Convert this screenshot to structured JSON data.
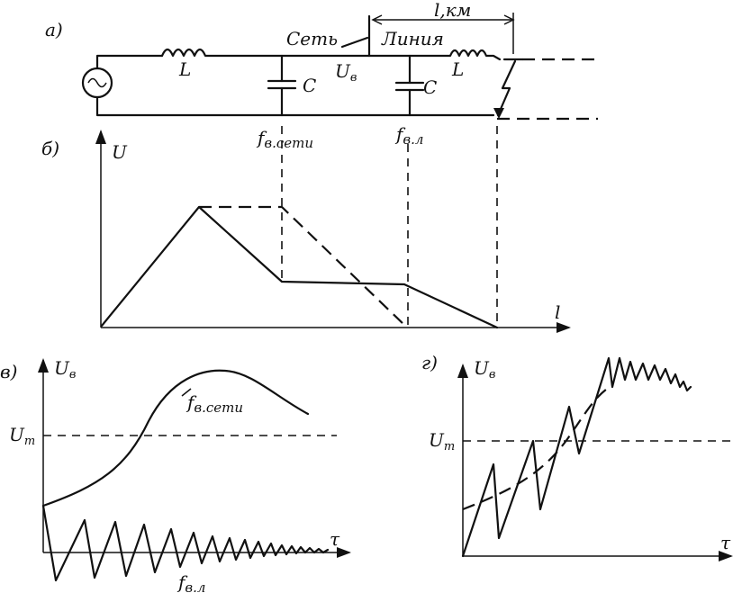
{
  "panels": {
    "a": "а)",
    "b": "б)",
    "v": "в)",
    "g": "г)"
  },
  "circuit": {
    "network": "Сеть",
    "line": "Линия",
    "length": "l,км",
    "inductor_left": "L",
    "inductor_right": "L",
    "capacitor_left": "C",
    "capacitor_right": "C",
    "voltage": "U",
    "voltage_sub": "в"
  },
  "graph_b": {
    "y_axis": "U",
    "x_axis": "l",
    "f_net_main": "f",
    "f_net_sub": "в.сети",
    "f_line_main": "f",
    "f_line_sub": "в.л"
  },
  "graph_v": {
    "y_axis": "U",
    "y_axis_sub": "в",
    "um": "U",
    "um_sub": "m",
    "x_axis": "τ",
    "curve_net_main": "f",
    "curve_net_sub": "в.сети",
    "curve_line_main": "f",
    "curve_line_sub": "в.л"
  },
  "graph_g": {
    "y_axis": "U",
    "y_axis_sub": "в",
    "um": "U",
    "um_sub": "m",
    "x_axis": "τ"
  }
}
